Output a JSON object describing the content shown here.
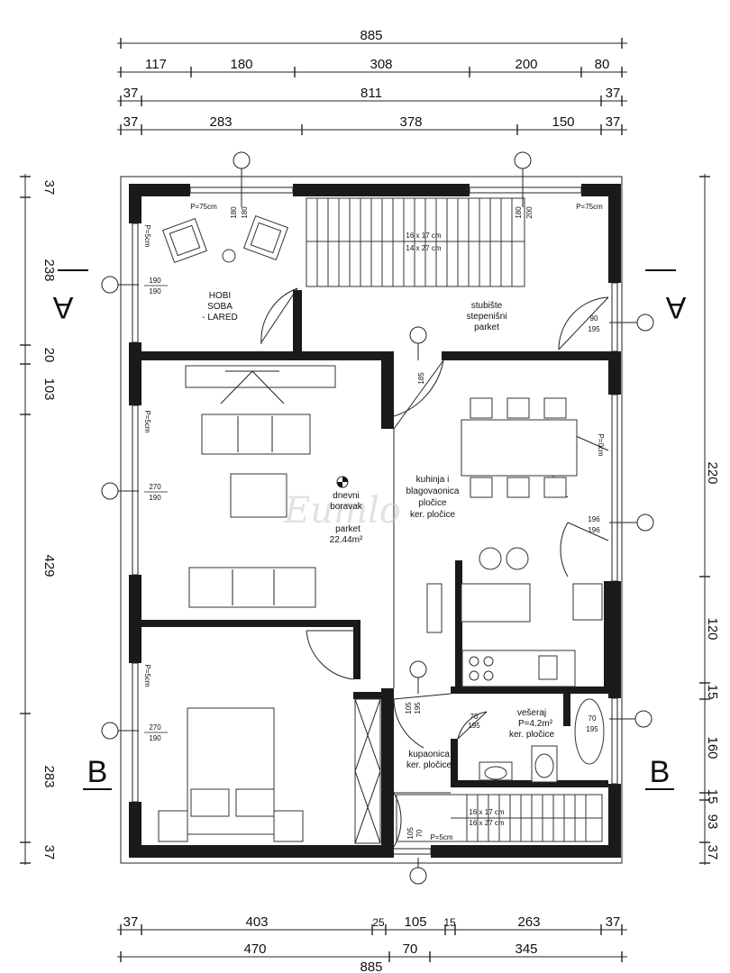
{
  "dimensions": {
    "top_row1": [
      "885"
    ],
    "top_row2": [
      "117",
      "180",
      "308",
      "200",
      "80"
    ],
    "top_row3": [
      "37",
      "811",
      "37"
    ],
    "top_row4": [
      "37",
      "283",
      "378",
      "150",
      "37"
    ],
    "left": [
      "37",
      "238",
      "20",
      "103",
      "429",
      "283",
      "37"
    ],
    "right": [
      "220",
      "120",
      "15",
      "160",
      "15",
      "93",
      "37"
    ],
    "bottom_row1": [
      "37",
      "403",
      "25",
      "105",
      "15",
      "263",
      "37"
    ],
    "bottom_row2": [
      "470",
      "70",
      "345"
    ],
    "bottom_row3": [
      "885"
    ]
  },
  "section_marks": {
    "a": "A",
    "b": "B"
  },
  "rooms": {
    "hobi": [
      "HOBI",
      "SOBA",
      "- LARED"
    ],
    "stubiste": [
      "stubište",
      "stepenišni",
      "parket"
    ],
    "dnevni": [
      "dnevni",
      "boravak",
      "parket",
      "22.44m²"
    ],
    "kuhinja": [
      "kuhinja i",
      "blagovaonica",
      "pločice",
      "ker. pločice"
    ],
    "veseraj": [
      "vešeraj",
      "P=4.2m²",
      "ker. pločice"
    ],
    "kupaonica": [
      "kupaonica",
      "ker. pločice"
    ]
  },
  "openings": {
    "w_hobi_top_left": [
      "180",
      "180"
    ],
    "w_stair_top": [
      "180",
      "200"
    ],
    "p75_left": "P=75cm",
    "p75_right": "P=75cm",
    "p5_1": "P=5cm",
    "p5_2": "P=5cm",
    "p5_3": "P=5cm",
    "p5_bottom": "P=5cm",
    "p0_right": "P=0cm",
    "w_left_1": [
      "190",
      "190"
    ],
    "w_left_2": [
      "270",
      "190"
    ],
    "w_left_3": [
      "270",
      "190"
    ],
    "w_right_1": [
      "90",
      "195"
    ],
    "w_right_2": [
      "196",
      "196"
    ],
    "w_right_3": [
      "70",
      "195"
    ],
    "door_185": "185",
    "door_kup": [
      "105",
      "195"
    ],
    "door_vs": [
      "70",
      "195"
    ],
    "door_bottom": [
      "105",
      "70"
    ]
  },
  "stairs": {
    "top": [
      "16 x 17 cm",
      "14 x 27 cm"
    ],
    "bottom": [
      "16 x 17 cm",
      "16 x 27 cm"
    ]
  },
  "watermark": "Eumlo"
}
